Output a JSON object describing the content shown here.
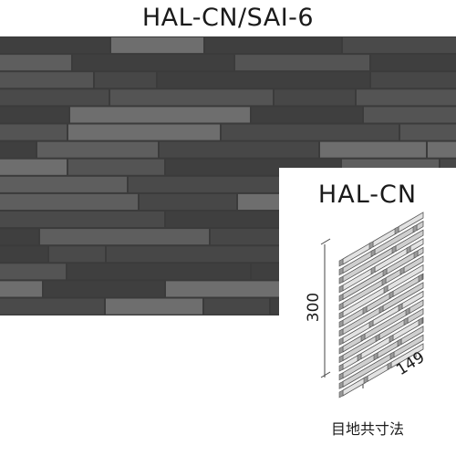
{
  "header": {
    "title": "HAL-CN/SAI-6"
  },
  "diagram": {
    "product_name": "HAL-CN",
    "height_label": "300",
    "width_label": "149",
    "caption": "目地共寸法"
  },
  "colors": {
    "tile_dark": "#3f3f3f",
    "tile_mid": "#545454",
    "tile_light": "#6e6e6e",
    "grout": "#262626",
    "diagram_fill": "#cfcfcf",
    "diagram_stroke": "#555555"
  }
}
